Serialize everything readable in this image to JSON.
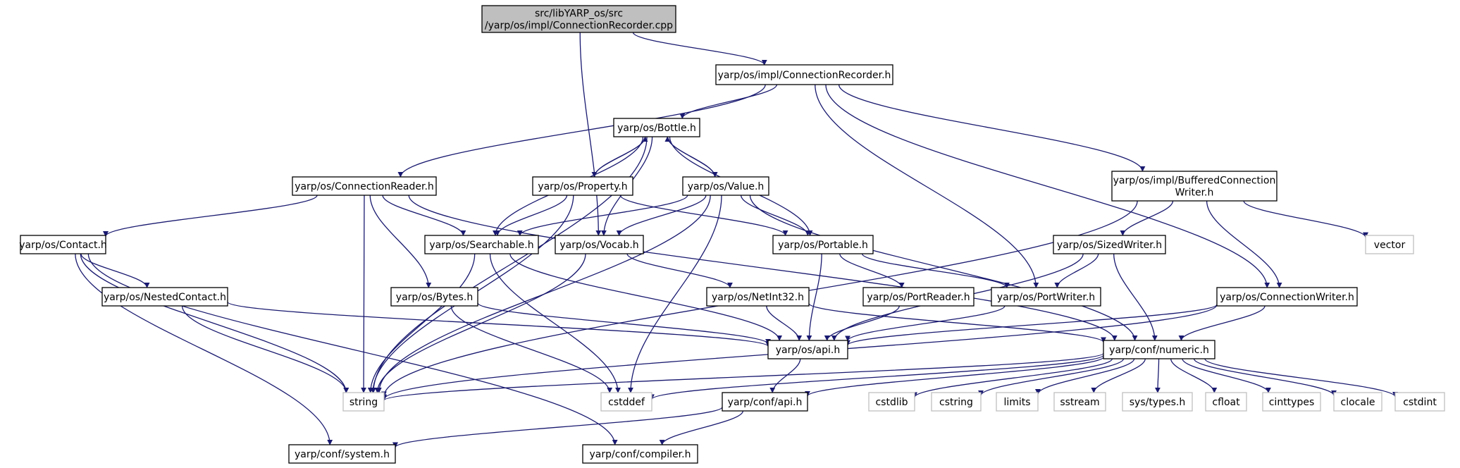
{
  "colors": {
    "root_fill": "#bfbfbf",
    "node_fill": "#ffffff",
    "node_stroke": "#000000",
    "external_stroke": "#bfbfbf",
    "text": "#000000",
    "edge": "#191970"
  },
  "nodes": {
    "root": {
      "lines": [
        "src/libYARP_os/src",
        "/yarp/os/impl/ConnectionRecorder.cpp"
      ],
      "kind": "root"
    },
    "connrec_h": {
      "lines": [
        "yarp/os/impl/ConnectionRecorder.h"
      ],
      "kind": "internal"
    },
    "bottle": {
      "lines": [
        "yarp/os/Bottle.h"
      ],
      "kind": "internal"
    },
    "connreader": {
      "lines": [
        "yarp/os/ConnectionReader.h"
      ],
      "kind": "internal"
    },
    "property": {
      "lines": [
        "yarp/os/Property.h"
      ],
      "kind": "internal"
    },
    "value": {
      "lines": [
        "yarp/os/Value.h"
      ],
      "kind": "internal"
    },
    "buffered": {
      "lines": [
        "yarp/os/impl/BufferedConnection",
        "Writer.h"
      ],
      "kind": "internal"
    },
    "contact": {
      "lines": [
        "yarp/os/Contact.h"
      ],
      "kind": "internal"
    },
    "searchable": {
      "lines": [
        "yarp/os/Searchable.h"
      ],
      "kind": "internal"
    },
    "vocab": {
      "lines": [
        "yarp/os/Vocab.h"
      ],
      "kind": "internal"
    },
    "portable": {
      "lines": [
        "yarp/os/Portable.h"
      ],
      "kind": "internal"
    },
    "sizedwriter": {
      "lines": [
        "yarp/os/SizedWriter.h"
      ],
      "kind": "internal"
    },
    "vector": {
      "lines": [
        "vector"
      ],
      "kind": "external"
    },
    "nestedcontact": {
      "lines": [
        "yarp/os/NestedContact.h"
      ],
      "kind": "internal"
    },
    "bytes": {
      "lines": [
        "yarp/os/Bytes.h"
      ],
      "kind": "internal"
    },
    "netint32": {
      "lines": [
        "yarp/os/NetInt32.h"
      ],
      "kind": "internal"
    },
    "portreader": {
      "lines": [
        "yarp/os/PortReader.h"
      ],
      "kind": "internal"
    },
    "portwriter": {
      "lines": [
        "yarp/os/PortWriter.h"
      ],
      "kind": "internal"
    },
    "connwriter": {
      "lines": [
        "yarp/os/ConnectionWriter.h"
      ],
      "kind": "internal"
    },
    "osapi": {
      "lines": [
        "yarp/os/api.h"
      ],
      "kind": "internal"
    },
    "numeric": {
      "lines": [
        "yarp/conf/numeric.h"
      ],
      "kind": "internal"
    },
    "string": {
      "lines": [
        "string"
      ],
      "kind": "external"
    },
    "cstddef": {
      "lines": [
        "cstddef"
      ],
      "kind": "external"
    },
    "confapi": {
      "lines": [
        "yarp/conf/api.h"
      ],
      "kind": "internal"
    },
    "cstdlib": {
      "lines": [
        "cstdlib"
      ],
      "kind": "external"
    },
    "cstring": {
      "lines": [
        "cstring"
      ],
      "kind": "external"
    },
    "limits": {
      "lines": [
        "limits"
      ],
      "kind": "external"
    },
    "sstream": {
      "lines": [
        "sstream"
      ],
      "kind": "external"
    },
    "systypes": {
      "lines": [
        "sys/types.h"
      ],
      "kind": "external"
    },
    "cfloat": {
      "lines": [
        "cfloat"
      ],
      "kind": "external"
    },
    "cinttypes": {
      "lines": [
        "cinttypes"
      ],
      "kind": "external"
    },
    "clocale": {
      "lines": [
        "clocale"
      ],
      "kind": "external"
    },
    "cstdint": {
      "lines": [
        "cstdint"
      ],
      "kind": "external"
    },
    "system": {
      "lines": [
        "yarp/conf/system.h"
      ],
      "kind": "internal"
    },
    "compiler": {
      "lines": [
        "yarp/conf/compiler.h"
      ],
      "kind": "internal"
    }
  },
  "edges": [
    [
      "root",
      "connrec_h"
    ],
    [
      "root",
      "vocab"
    ],
    [
      "connrec_h",
      "bottle"
    ],
    [
      "connrec_h",
      "connreader"
    ],
    [
      "connrec_h",
      "buffered"
    ],
    [
      "connrec_h",
      "portwriter"
    ],
    [
      "connrec_h",
      "connwriter"
    ],
    [
      "bottle",
      "string"
    ],
    [
      "bottle",
      "property"
    ],
    [
      "bottle",
      "value"
    ],
    [
      "bottle",
      "searchable"
    ],
    [
      "bottle",
      "vocab"
    ],
    [
      "bottle",
      "portable"
    ],
    [
      "property",
      "bottle"
    ],
    [
      "property",
      "string"
    ],
    [
      "property",
      "searchable"
    ],
    [
      "property",
      "portable"
    ],
    [
      "value",
      "bottle"
    ],
    [
      "value",
      "searchable"
    ],
    [
      "value",
      "vocab"
    ],
    [
      "value",
      "portable"
    ],
    [
      "value",
      "string"
    ],
    [
      "value",
      "cstddef"
    ],
    [
      "value",
      "numeric"
    ],
    [
      "connreader",
      "contact"
    ],
    [
      "connreader",
      "searchable"
    ],
    [
      "connreader",
      "string"
    ],
    [
      "connreader",
      "bytes"
    ],
    [
      "connreader",
      "numeric"
    ],
    [
      "contact",
      "nestedcontact"
    ],
    [
      "contact",
      "string"
    ],
    [
      "contact",
      "system"
    ],
    [
      "contact",
      "compiler"
    ],
    [
      "nestedcontact",
      "osapi"
    ],
    [
      "nestedcontact",
      "string"
    ],
    [
      "searchable",
      "osapi"
    ],
    [
      "searchable",
      "string"
    ],
    [
      "searchable",
      "cstddef"
    ],
    [
      "vocab",
      "netint32"
    ],
    [
      "vocab",
      "string"
    ],
    [
      "bytes",
      "osapi"
    ],
    [
      "bytes",
      "cstddef"
    ],
    [
      "netint32",
      "osapi"
    ],
    [
      "netint32",
      "numeric"
    ],
    [
      "portable",
      "portreader"
    ],
    [
      "portable",
      "portwriter"
    ],
    [
      "portable",
      "osapi"
    ],
    [
      "portreader",
      "osapi"
    ],
    [
      "portwriter",
      "osapi"
    ],
    [
      "buffered",
      "sizedwriter"
    ],
    [
      "buffered",
      "connwriter"
    ],
    [
      "buffered",
      "vector"
    ],
    [
      "buffered",
      "string"
    ],
    [
      "sizedwriter",
      "portwriter"
    ],
    [
      "sizedwriter",
      "osapi"
    ],
    [
      "sizedwriter",
      "numeric"
    ],
    [
      "connwriter",
      "osapi"
    ],
    [
      "connwriter",
      "numeric"
    ],
    [
      "connwriter",
      "string"
    ],
    [
      "osapi",
      "confapi"
    ],
    [
      "numeric",
      "string"
    ],
    [
      "numeric",
      "cstddef"
    ],
    [
      "numeric",
      "confapi"
    ],
    [
      "numeric",
      "cstdlib"
    ],
    [
      "numeric",
      "cstring"
    ],
    [
      "numeric",
      "limits"
    ],
    [
      "numeric",
      "sstream"
    ],
    [
      "numeric",
      "systypes"
    ],
    [
      "numeric",
      "cfloat"
    ],
    [
      "numeric",
      "cinttypes"
    ],
    [
      "numeric",
      "clocale"
    ],
    [
      "numeric",
      "cstdint"
    ],
    [
      "confapi",
      "system"
    ],
    [
      "confapi",
      "compiler"
    ]
  ]
}
